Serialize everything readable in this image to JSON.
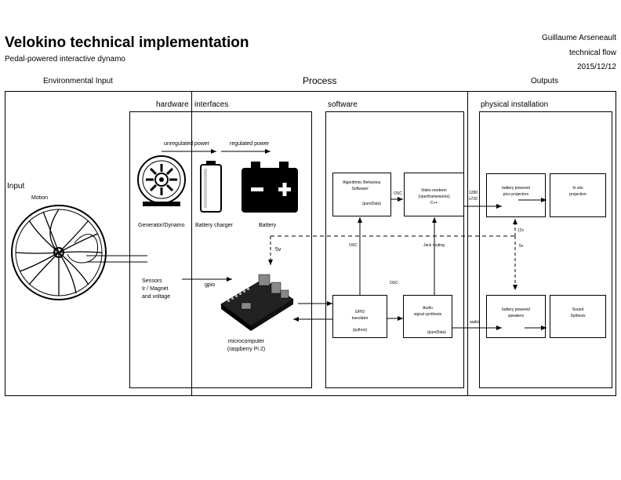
{
  "header": {
    "title": "Velokino technical implementation",
    "subtitle": "Pedal-powered interactive dynamo",
    "author": "Guillaume Arseneault",
    "doc_type": "technical flow",
    "date": "2015/12/12"
  },
  "sections": {
    "environmental_input": "Environmental Input",
    "process": "Process",
    "outputs": "Outputs"
  },
  "subsections": {
    "hardware": "hardware",
    "interfaces": "interfaces",
    "software": "software",
    "physical": "physical installation"
  },
  "input": {
    "label": "Input",
    "motion": "Motion"
  },
  "hardware": {
    "generator": "Generator/Dynamo",
    "charger": "Battery charger",
    "battery": "Battery",
    "unregulated": "unregulated power",
    "regulated": "regulated power",
    "sensors": [
      "Sensors",
      "Ir / Magnet",
      "and voltage"
    ],
    "gpio": "gpio",
    "microcomputer": [
      "microcomputer",
      "(raspberry Pi 2)"
    ],
    "five_v_left": "5v"
  },
  "software": {
    "algo": [
      "Algorithmic Behaviour",
      "Software/"
    ],
    "algo_sub": "(pureData)",
    "osc_top": "OSC",
    "video": [
      "Video renderer",
      "(openframeworks)",
      "C++"
    ],
    "osc_left": "OSC",
    "jack": "Jack routing",
    "osc_mid": "OSC",
    "gpio_tr": [
      "GPIO",
      "translator"
    ],
    "gpio_sub": "(python)",
    "audio": [
      "Audio",
      "signal synthesis"
    ],
    "audio_sub": "(pureData)"
  },
  "outputs": {
    "resolution": [
      "1280",
      "x720"
    ],
    "projectors": [
      "battery powered",
      "pico projectors"
    ],
    "insitu": [
      "In situ",
      "projection"
    ],
    "twelve_v": "12v",
    "five_v": "5v",
    "audio_lbl": "audio",
    "speakers": [
      "battery powered",
      "speakers"
    ],
    "sound": [
      "Sound",
      "Sythesis"
    ]
  }
}
